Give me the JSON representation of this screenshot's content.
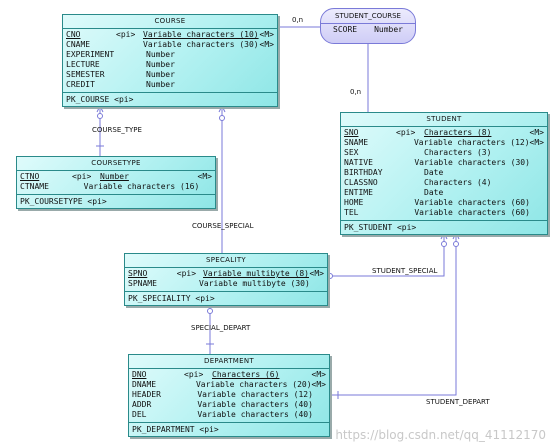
{
  "course": {
    "title": "COURSE",
    "rows": [
      {
        "name": "CNO",
        "pi": "<pi>",
        "type": "Variable characters (10)",
        "m": "<M>"
      },
      {
        "name": "CNAME",
        "pi": "",
        "type": "Variable characters (30)",
        "m": "<M>"
      },
      {
        "name": "EXPERIMENT",
        "pi": "",
        "type": "Number",
        "m": ""
      },
      {
        "name": "LECTURE",
        "pi": "",
        "type": "Number",
        "m": ""
      },
      {
        "name": "SEMESTER",
        "pi": "",
        "type": "Number",
        "m": ""
      },
      {
        "name": "CREDIT",
        "pi": "",
        "type": "Number",
        "m": ""
      }
    ],
    "pk": "PK_COURSE  <pi>"
  },
  "student_course": {
    "title": "STUDENT_COURSE",
    "attr_name": "SCORE",
    "attr_type": "Number"
  },
  "student": {
    "title": "STUDENT",
    "rows": [
      {
        "name": "SNO",
        "pi": "<pi>",
        "type": "Characters (8)",
        "m": "<M>"
      },
      {
        "name": "SNAME",
        "pi": "",
        "type": "Variable characters (12)",
        "m": "<M>"
      },
      {
        "name": "SEX",
        "pi": "",
        "type": "Characters (3)",
        "m": ""
      },
      {
        "name": "NATIVE",
        "pi": "",
        "type": "Variable characters (30)",
        "m": ""
      },
      {
        "name": "BIRTHDAY",
        "pi": "",
        "type": "Date",
        "m": ""
      },
      {
        "name": "CLASSNO",
        "pi": "",
        "type": "Characters (4)",
        "m": ""
      },
      {
        "name": "ENTIME",
        "pi": "",
        "type": "Date",
        "m": ""
      },
      {
        "name": "HOME",
        "pi": "",
        "type": "Variable characters (60)",
        "m": ""
      },
      {
        "name": "TEL",
        "pi": "",
        "type": "Variable characters (60)",
        "m": ""
      }
    ],
    "pk": "PK_STUDENT  <pi>"
  },
  "coursetype": {
    "title": "COURSETYPE",
    "rows": [
      {
        "name": "CTNO",
        "pi": "<pi>",
        "type": "Number",
        "m": "<M>"
      },
      {
        "name": "CTNAME",
        "pi": "",
        "type": "Variable characters (16)",
        "m": ""
      }
    ],
    "pk": "PK_COURSETYPE  <pi>"
  },
  "speciality": {
    "title": "SPECALITY",
    "rows": [
      {
        "name": "SPNO",
        "pi": "<pi>",
        "type": "Variable multibyte (8)",
        "m": "<M>"
      },
      {
        "name": "SPNAME",
        "pi": "",
        "type": "Variable multibyte (30)",
        "m": ""
      }
    ],
    "pk": "PK_SPECIALITY  <pi>"
  },
  "department": {
    "title": "DEPARTMENT",
    "rows": [
      {
        "name": "DNO",
        "pi": "<pi>",
        "type": "Characters (6)",
        "m": "<M>"
      },
      {
        "name": "DNAME",
        "pi": "",
        "type": "Variable characters (20)",
        "m": "<M>"
      },
      {
        "name": "HEADER",
        "pi": "",
        "type": "Variable characters (12)",
        "m": ""
      },
      {
        "name": "ADDR",
        "pi": "",
        "type": "Variable characters (40)",
        "m": ""
      },
      {
        "name": "DEL",
        "pi": "",
        "type": "Variable characters (40)",
        "m": ""
      }
    ],
    "pk": "PK_DEPARTMENT  <pi>"
  },
  "relations": {
    "course_type": "COURSE_TYPE",
    "course_special": "COURSE_SPECIAL",
    "student_special": "STUDENT_SPECIAL",
    "special_depart": "SPECIAL_DEPART",
    "student_depart": "STUDENT_DEPART",
    "card_course_sc": "0,n",
    "card_student_sc": "0,n"
  },
  "watermark": "https://blog.csdn.net/qq_41112170",
  "colors": {
    "entity_fill": "#b2f1f1",
    "entity_border": "#2a8a8a",
    "association_fill": "#cfcdf6",
    "association_border": "#7a7ad8",
    "line": "#7a7ad8"
  }
}
